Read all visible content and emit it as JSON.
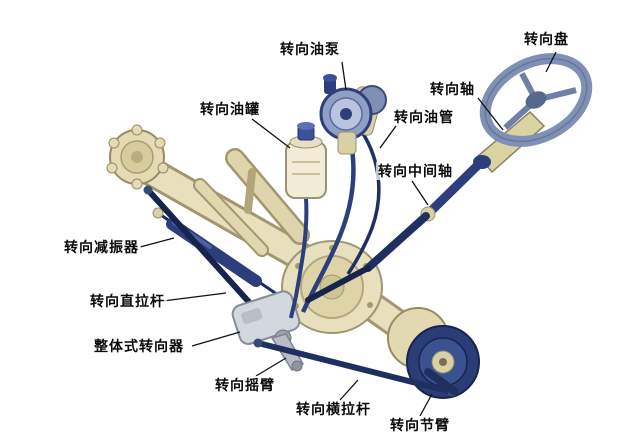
{
  "diagram": {
    "type": "labeled-technical-diagram",
    "subject": "vehicle-steering-system",
    "labels": [
      {
        "id": "steering-oil-pump",
        "text": "转向油泵"
      },
      {
        "id": "steering-wheel",
        "text": "转向盘"
      },
      {
        "id": "steering-oil-reservoir",
        "text": "转向油罐"
      },
      {
        "id": "steering-shaft",
        "text": "转向轴"
      },
      {
        "id": "steering-oil-pipe",
        "text": "转向油管"
      },
      {
        "id": "steering-intermediate-shaft",
        "text": "转向中间轴"
      },
      {
        "id": "steering-damper",
        "text": "转向减振器"
      },
      {
        "id": "steering-drag-link",
        "text": "转向直拉杆"
      },
      {
        "id": "integral-steering-gear",
        "text": "整体式转向器"
      },
      {
        "id": "steering-pitman-arm",
        "text": "转向摇臂"
      },
      {
        "id": "steering-tie-rod",
        "text": "转向横拉杆"
      },
      {
        "id": "steering-knuckle-arm",
        "text": "转向节臂"
      }
    ],
    "colors": {
      "background": "#ffffff",
      "cream": "#e8dfbd",
      "cream_dark": "#a09670",
      "navy": "#2c3f7c",
      "navy_dark": "#16244e",
      "steel_blue": "#7e90b4",
      "gray_metal": "#d3d7de",
      "leader_line": "#111111"
    }
  }
}
